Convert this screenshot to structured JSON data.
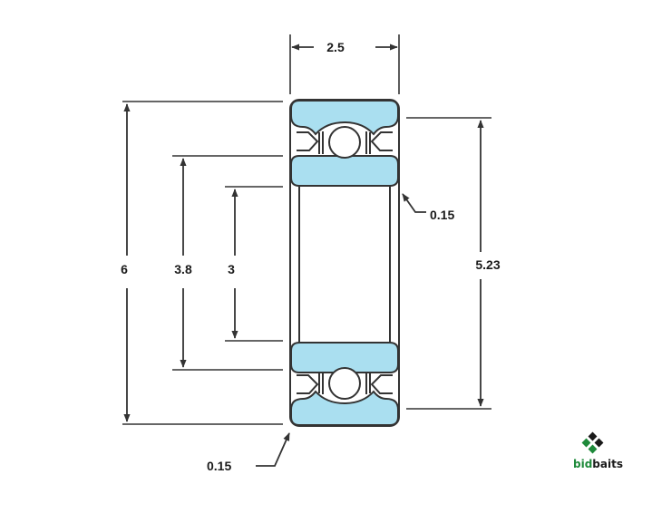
{
  "drawing": {
    "dimensions": {
      "width": "2.5",
      "outer_diameter": "6",
      "inner_ring_diameter": "3.8",
      "bore": "3",
      "outer_ring_inner_diameter": "5.23",
      "chamfer_inner": "0.15",
      "chamfer_outer": "0.15"
    }
  },
  "logo": {
    "brand_part1": "bid",
    "brand_part2": "baits",
    "color_part1": "#1e8a3a",
    "color_part2": "#1a1a1a"
  },
  "colors": {
    "ring_fill": "#aadff0",
    "line": "#333333"
  }
}
